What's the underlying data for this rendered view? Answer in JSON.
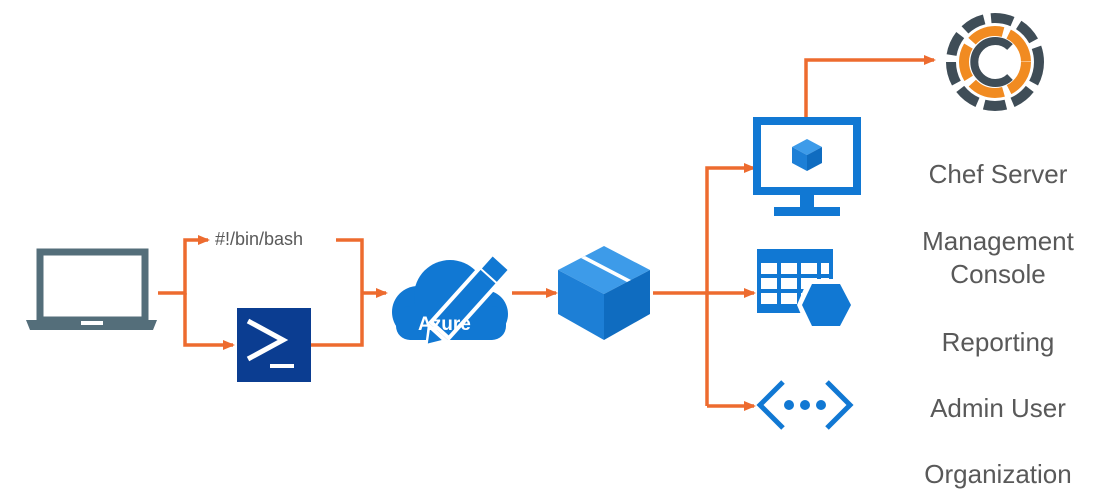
{
  "script_label": "#!/bin/bash",
  "cloud_label": "Azure",
  "output_labels": [
    "Chef Server",
    "Management",
    "Console",
    "Reporting",
    "Admin User",
    "Organization"
  ],
  "icons": [
    "laptop-icon",
    "bash-script-icon",
    "powershell-icon",
    "azure-cloud-icon",
    "package-box-icon",
    "virtual-machine-icon",
    "database-table-icon",
    "network-endpoint-icon",
    "chef-logo-icon"
  ],
  "colors": {
    "arrow": "#ED6B2F",
    "azure_blue": "#1178D3",
    "powershell_blue": "#0B3D91",
    "laptop": "#546E7A",
    "chef_orange": "#F18B21",
    "chef_dark": "#3F4D57",
    "label_text": "#595959"
  }
}
